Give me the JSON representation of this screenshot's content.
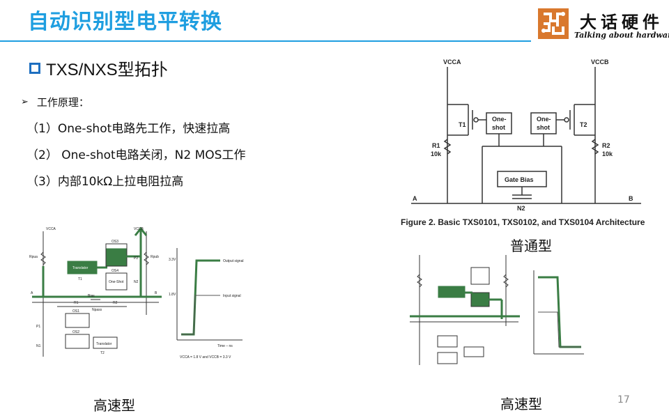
{
  "slide": {
    "title": "自动识别型电平转换",
    "page_number": "17"
  },
  "logo": {
    "cn": "大话硬件",
    "en": "Talking about hardware"
  },
  "section": {
    "heading": "TXS/NXS型拓扑"
  },
  "content": {
    "bullet": "工作原理：",
    "steps": [
      "（1）One-shot电路先工作，快速拉高",
      "（2） One-shot电路关闭，N2 MOS工作",
      "（3）内部10kΩ上拉电阻拉高"
    ]
  },
  "architecture": {
    "caption": "Figure 2. Basic TXS0101, TXS0102, and TXS0104 Architecture",
    "label": "普通型",
    "labels": {
      "vcca": "VCCA",
      "vccb": "VCCB",
      "one_shot": "One-",
      "shot": "shot",
      "t1": "T1",
      "t2": "T2",
      "r1": "R1",
      "r2": "R2",
      "r_value": "10k",
      "gate_bias": "Gate Bias",
      "a": "A",
      "b": "B",
      "n2": "N2"
    }
  },
  "high_speed_left": {
    "label": "高速型",
    "labels": {
      "vcca": "VCCA",
      "vccb": "VCCB",
      "rpua": "Rpua",
      "rpub": "Rpub",
      "translator": "Translator",
      "t1": "T1",
      "t2": "T2",
      "os1": "OS1",
      "os2": "OS2",
      "os3": "OS3",
      "os4": "OS4",
      "one_shot": "One-Shot",
      "p1": "P1",
      "p2": "P2",
      "n1": "N1",
      "n2": "N2",
      "r1": "R1",
      "r2": "R2",
      "bias": "Bias",
      "npass": "Npass",
      "a": "A",
      "b": "B",
      "v33": "3.3V",
      "v18": "1.8V",
      "output_signal": "Output signal",
      "input_signal": "Input signal",
      "time": "Time – ns",
      "note": "VCCA = 1.8 V and VCCB = 3.3 V"
    }
  },
  "high_speed_right": {
    "label": "高速型"
  },
  "colors": {
    "title_blue": "#1e9ee0",
    "highlight_green": "#3a7d44"
  }
}
